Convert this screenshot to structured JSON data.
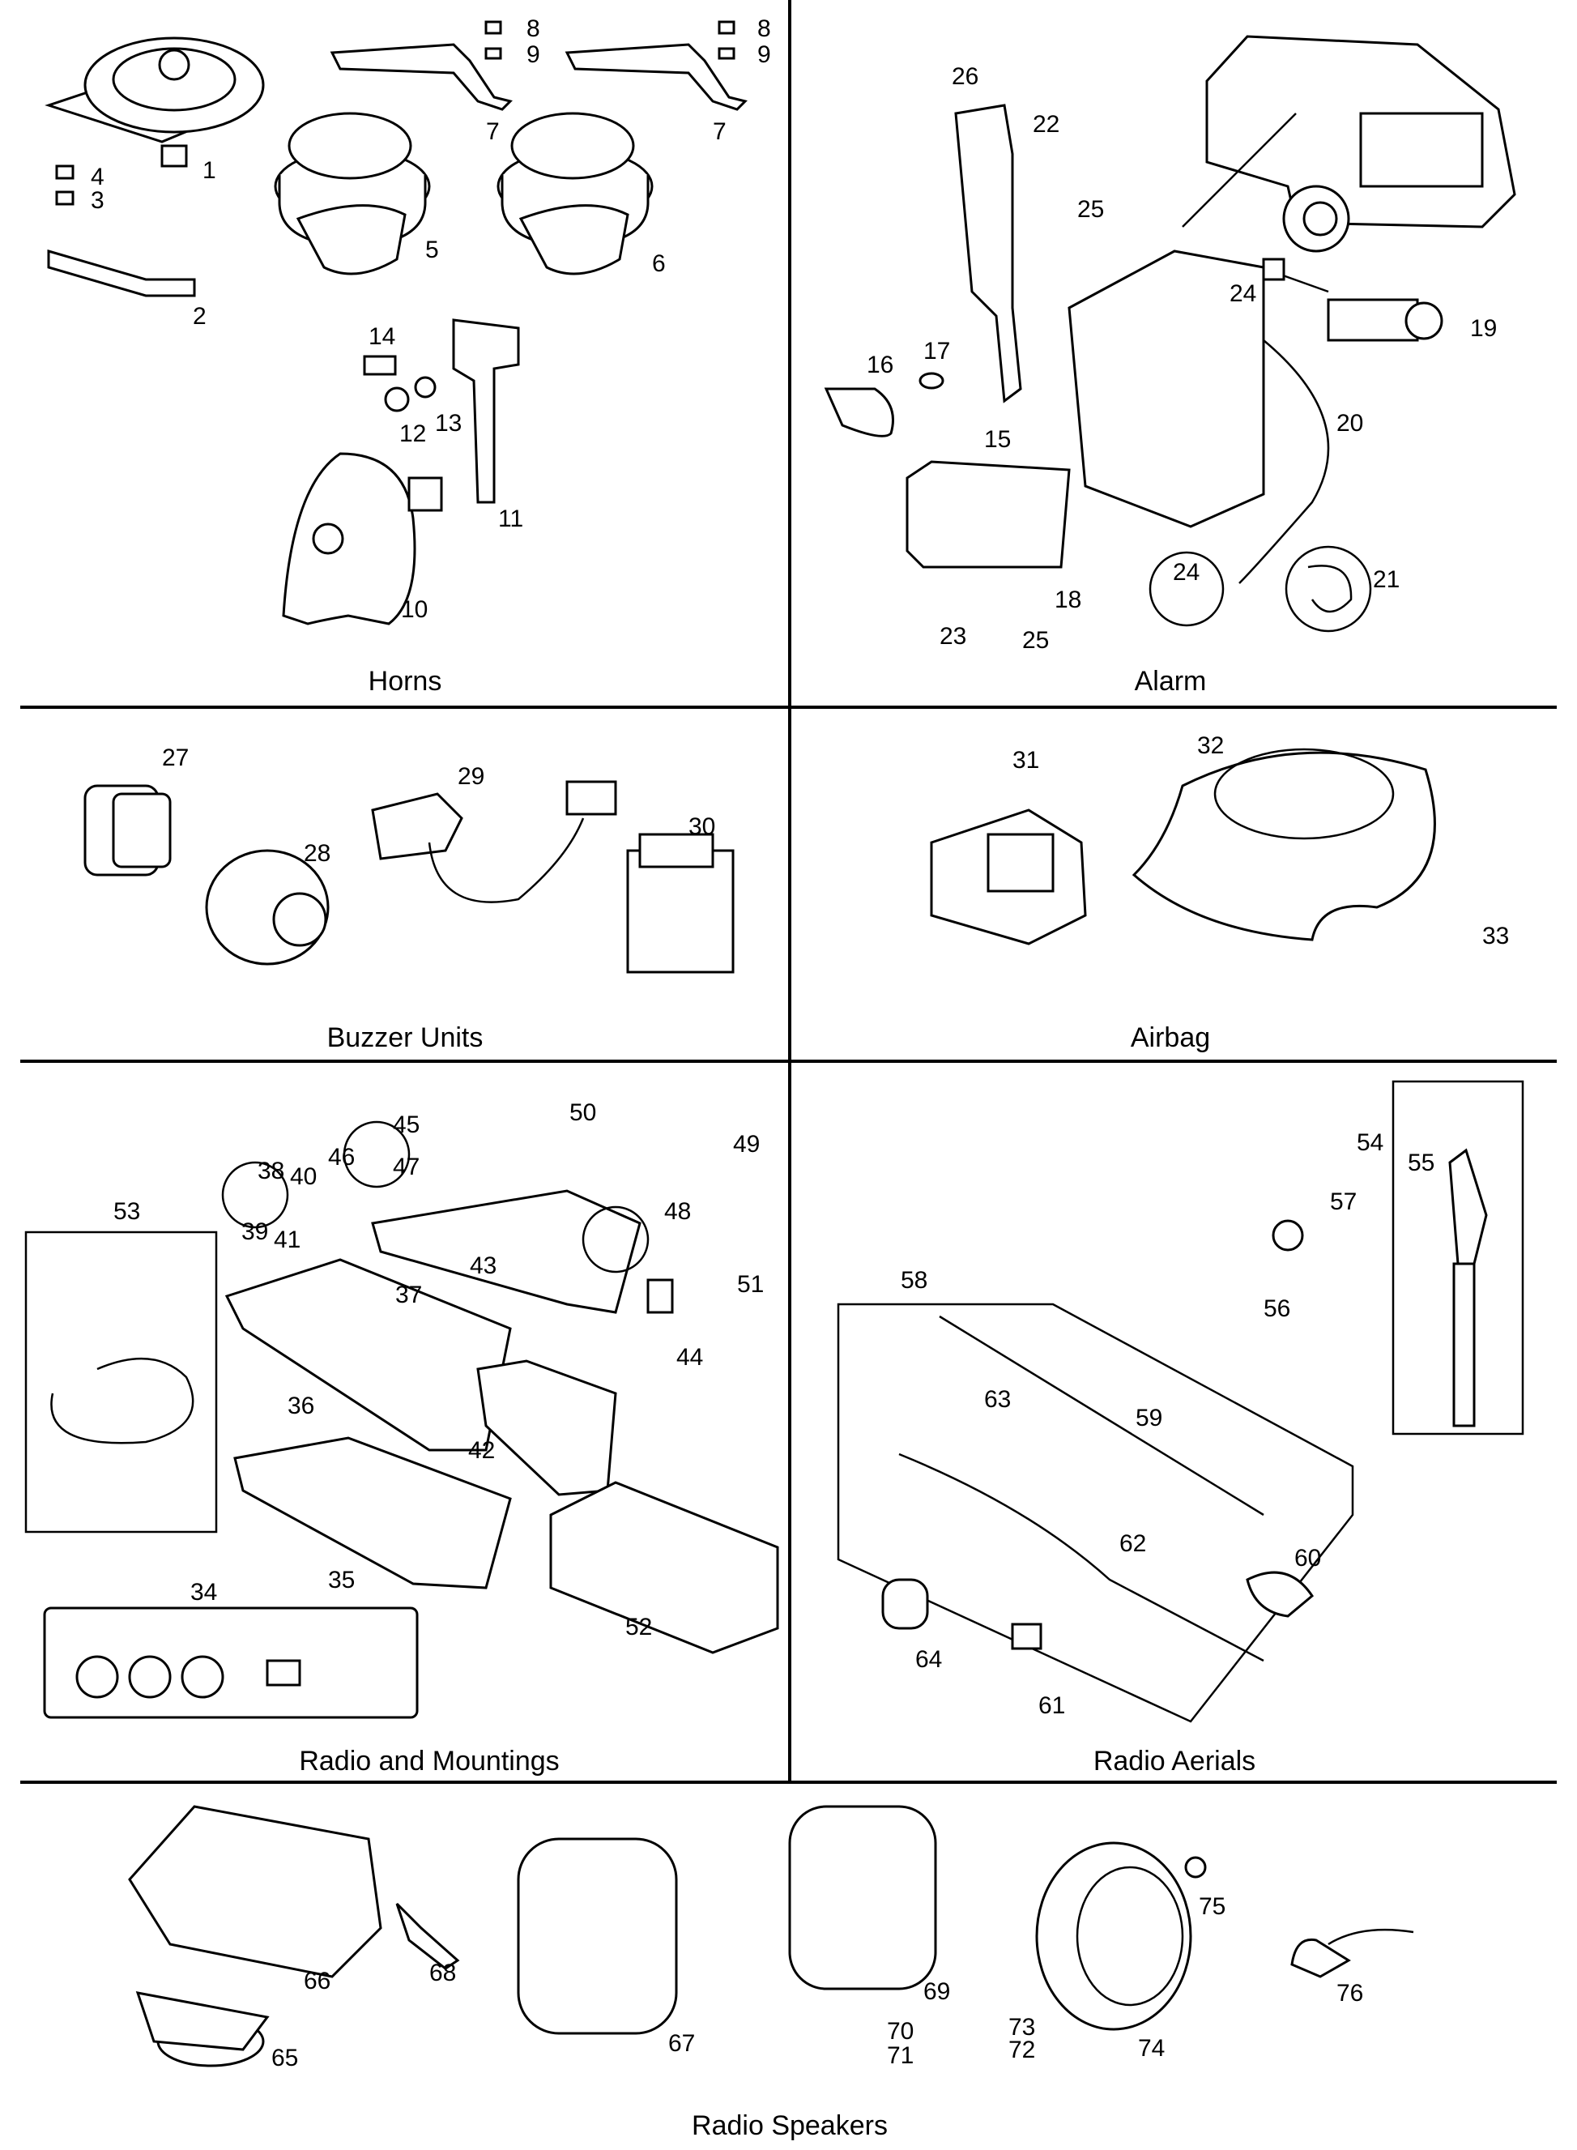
{
  "sections": [
    {
      "id": "horns",
      "title": "Horns"
    },
    {
      "id": "alarm",
      "title": "Alarm"
    },
    {
      "id": "buzzer",
      "title": "Buzzer Units"
    },
    {
      "id": "airbag",
      "title": "Airbag"
    },
    {
      "id": "radio",
      "title": "Radio and Mountings"
    },
    {
      "id": "aerials",
      "title": "Radio Aerials"
    },
    {
      "id": "speakers",
      "title": "Radio Speakers"
    }
  ],
  "callouts": [
    "1",
    "2",
    "3",
    "4",
    "5",
    "6",
    "7",
    "8",
    "9",
    "10",
    "11",
    "12",
    "13",
    "14",
    "15",
    "16",
    "17",
    "18",
    "19",
    "20",
    "21",
    "22",
    "23",
    "24",
    "25",
    "26",
    "27",
    "28",
    "29",
    "30",
    "31",
    "32",
    "33",
    "34",
    "35",
    "36",
    "37",
    "38",
    "39",
    "40",
    "41",
    "42",
    "43",
    "44",
    "45",
    "46",
    "47",
    "48",
    "49",
    "50",
    "51",
    "52",
    "53",
    "54",
    "55",
    "56",
    "57",
    "58",
    "59",
    "60",
    "61",
    "62",
    "63",
    "64",
    "65",
    "66",
    "67",
    "68",
    "69",
    "70",
    "71",
    "72",
    "73",
    "74",
    "75",
    "76"
  ],
  "extra_callouts": {
    "c7b": "7",
    "c8b": "8",
    "c9b": "9",
    "c24b": "24",
    "c25b": "25"
  }
}
